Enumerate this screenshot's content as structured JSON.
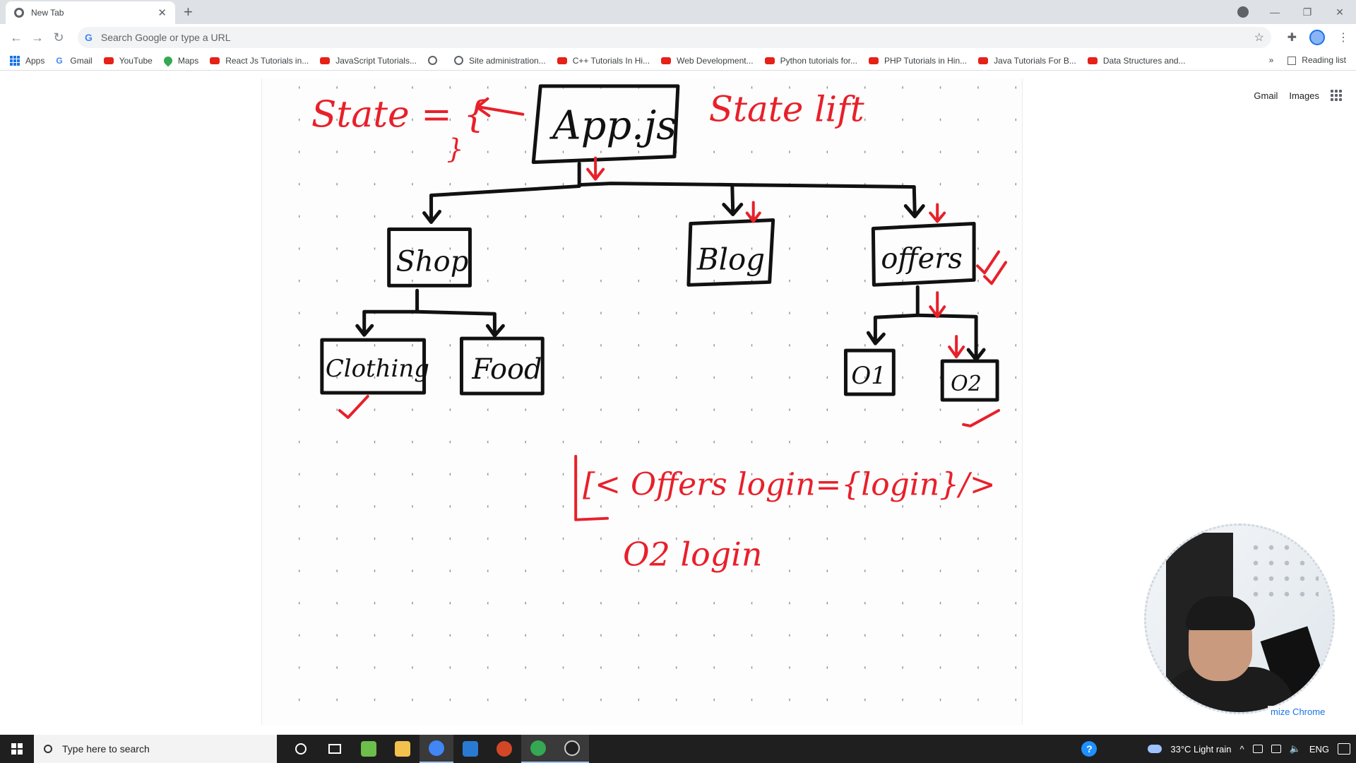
{
  "browser": {
    "tab_title": "New Tab",
    "omnibox_placeholder": "Search Google or type a URL",
    "bookmarks": [
      {
        "label": "Apps",
        "icon": "apps-grid-icon"
      },
      {
        "label": "Gmail",
        "icon": "google-icon"
      },
      {
        "label": "YouTube",
        "icon": "youtube-icon"
      },
      {
        "label": "Maps",
        "icon": "maps-icon"
      },
      {
        "label": "React Js Tutorials in...",
        "icon": "youtube-icon"
      },
      {
        "label": "JavaScript Tutorials...",
        "icon": "youtube-icon"
      },
      {
        "label": "",
        "icon": "globe-icon"
      },
      {
        "label": "Site administration...",
        "icon": "globe-icon"
      },
      {
        "label": "C++ Tutorials In Hi...",
        "icon": "youtube-icon"
      },
      {
        "label": "Web Development...",
        "icon": "youtube-icon"
      },
      {
        "label": "Python tutorials for...",
        "icon": "youtube-icon"
      },
      {
        "label": "PHP Tutorials in Hin...",
        "icon": "youtube-icon"
      },
      {
        "label": "Java Tutorials For B...",
        "icon": "youtube-icon"
      },
      {
        "label": "Data Structures and...",
        "icon": "youtube-icon"
      }
    ],
    "bookmarks_overflow": "»",
    "reading_list": "Reading list"
  },
  "ntp": {
    "gmail": "Gmail",
    "images": "Images"
  },
  "whiteboard": {
    "ink_colors": {
      "black": "#111111",
      "red": "#e8202a"
    },
    "state_note": "State = {",
    "state_close": "}",
    "state_lift": "State lift",
    "app_box": "App.js",
    "shop_box": "Shop",
    "blog_box": "Blog",
    "offers_box": "offers",
    "clothing_box": "Clothing",
    "food_box": "Food",
    "o1_box": "O1",
    "o2_box": "O2",
    "code_line": "[< Offers   login={login}/>",
    "o2_login": "O2    login"
  },
  "webcam": {
    "overlay_text": "mize Chrome"
  },
  "taskbar": {
    "search_placeholder": "Type here to search",
    "weather": "33°C  Light rain",
    "language": "ENG"
  }
}
